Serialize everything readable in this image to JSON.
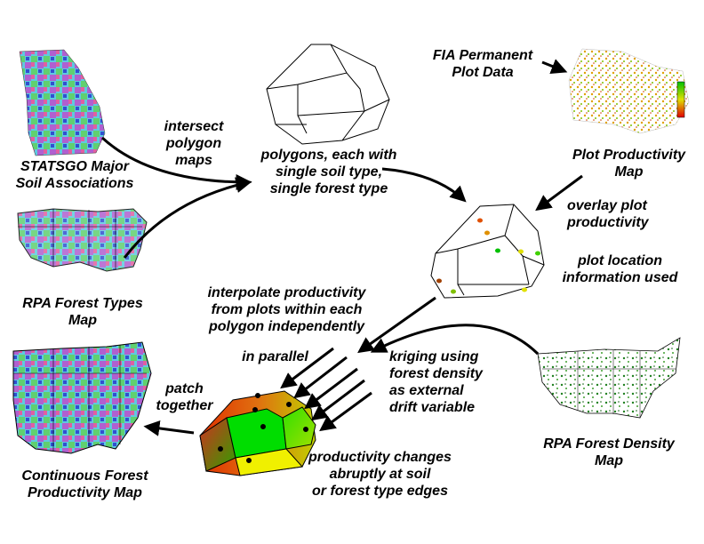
{
  "labels": {
    "statsgo": [
      "STATSGO Major",
      "Soil Associations"
    ],
    "intersect": [
      "intersect",
      "polygon",
      "maps"
    ],
    "polygons": [
      "polygons, each with",
      "single soil type,",
      "single forest type"
    ],
    "fia": [
      "FIA Permanent",
      "Plot Data"
    ],
    "plot_productivity": [
      "Plot Productivity",
      "Map"
    ],
    "overlay": [
      "overlay plot",
      "productivity"
    ],
    "plot_location": [
      "plot location",
      "information used"
    ],
    "rpa_forest_types": [
      "RPA Forest Types",
      "Map"
    ],
    "interpolate": [
      "interpolate productivity",
      "from plots within each",
      "polygon independently"
    ],
    "in_parallel": "in parallel",
    "kriging": [
      "kriging using",
      "forest density",
      "as external",
      "drift variable"
    ],
    "patch": [
      "patch",
      "together"
    ],
    "changes": [
      "productivity changes",
      "abruptly at soil",
      "or forest type edges"
    ],
    "rpa_density": [
      "RPA Forest Density",
      "Map"
    ],
    "continuous": [
      "Continuous Forest",
      "Productivity Map"
    ]
  },
  "images": {
    "georgia_soil_map": "STATSGO soil association map of Georgia",
    "us_forest_types_map": "RPA forest types map of US",
    "plot_productivity_map": "plot productivity map of eastern US",
    "forest_density_map": "RPA forest density map of US",
    "continuous_productivity_map": "continuous forest productivity map of US"
  },
  "colors": {
    "arrow": "#000000",
    "green": "#00dd00",
    "yellow": "#f0f000",
    "orange": "#e07010",
    "olive": "#70a020"
  }
}
